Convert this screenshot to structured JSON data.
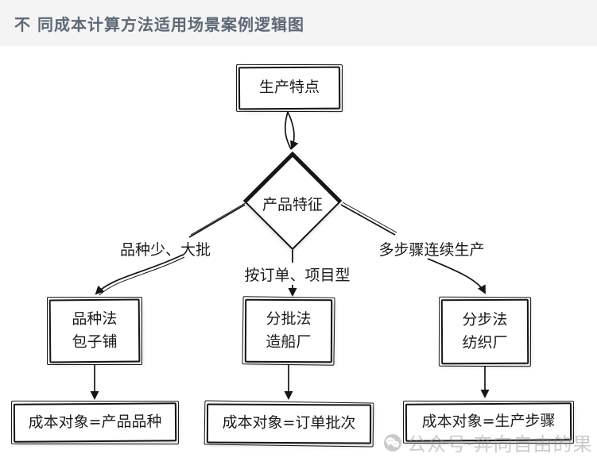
{
  "header": {
    "title": "不 同成本计算方法适用场景案例逻辑图"
  },
  "diagram": {
    "top_box": {
      "label": "生产特点"
    },
    "diamond": {
      "label": "产品特征"
    },
    "branches": {
      "left": "品种少、大批",
      "middle": "按订单、项目型",
      "right": "多步骤连续生产"
    },
    "method_boxes": [
      {
        "line1": "品种法",
        "line2": "包子铺"
      },
      {
        "line1": "分批法",
        "line2": "造船厂"
      },
      {
        "line1": "分步法",
        "line2": "纺织厂"
      }
    ],
    "cost_boxes": [
      {
        "label": "成本对象=产品品种"
      },
      {
        "label": "成本对象=订单批次"
      },
      {
        "label": "成本对象=生产步骤"
      }
    ]
  },
  "watermark": {
    "icon": "wechat-icon",
    "text": "公众号·奔向自由的果"
  },
  "colors": {
    "line": "#161616",
    "title_text": "#5e6874",
    "titlebar_bg": "#f4f4f5",
    "canvas_bg": "#ffffff",
    "watermark_text": "#c9c9c9"
  }
}
